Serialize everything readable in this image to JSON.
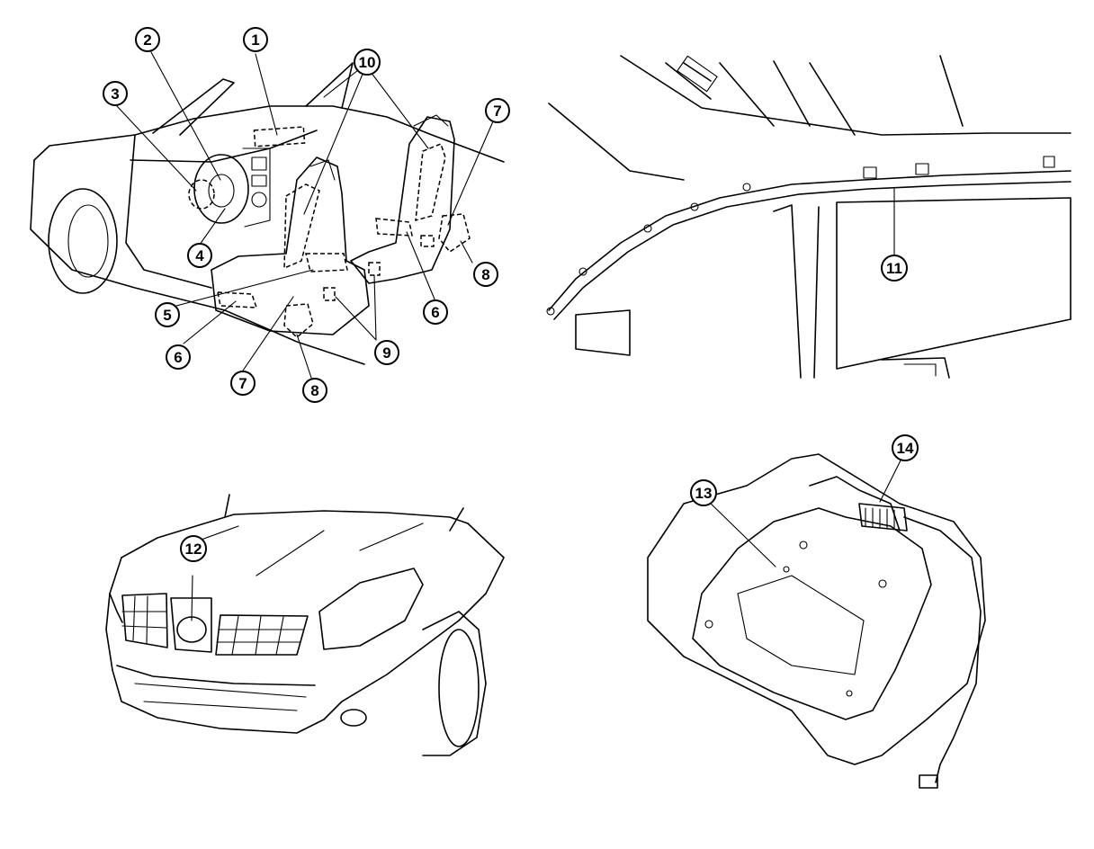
{
  "callouts": [
    {
      "id": "c1",
      "label": "1"
    },
    {
      "id": "c2",
      "label": "2"
    },
    {
      "id": "c3",
      "label": "3"
    },
    {
      "id": "c4",
      "label": "4"
    },
    {
      "id": "c5",
      "label": "5"
    },
    {
      "id": "c6a",
      "label": "6"
    },
    {
      "id": "c6b",
      "label": "6"
    },
    {
      "id": "c7a",
      "label": "7"
    },
    {
      "id": "c7b",
      "label": "7"
    },
    {
      "id": "c8a",
      "label": "8"
    },
    {
      "id": "c8b",
      "label": "8"
    },
    {
      "id": "c9",
      "label": "9"
    },
    {
      "id": "c10",
      "label": "10"
    },
    {
      "id": "c11",
      "label": "11"
    },
    {
      "id": "c12",
      "label": "12"
    },
    {
      "id": "c13",
      "label": "13"
    },
    {
      "id": "c14",
      "label": "14"
    }
  ]
}
